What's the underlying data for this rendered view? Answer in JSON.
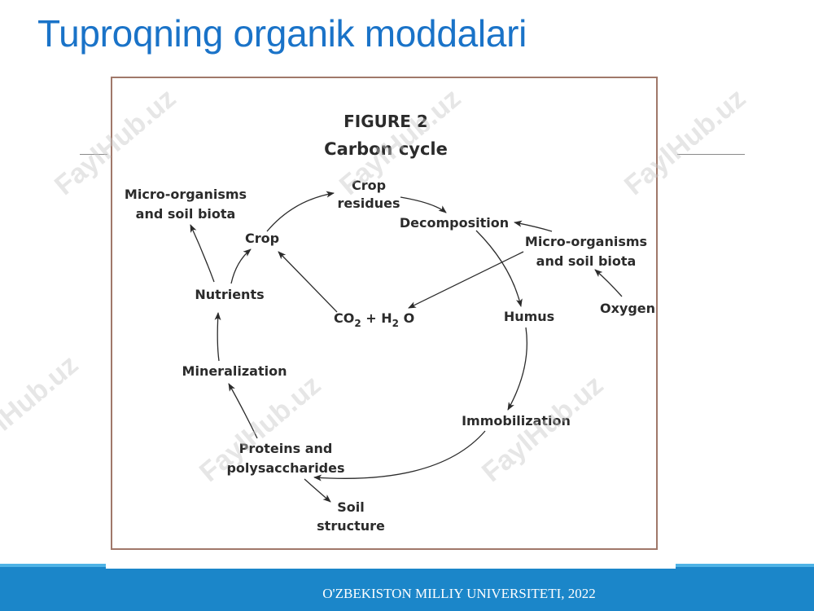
{
  "slide": {
    "title": "Tuproqning organik moddalari",
    "footer": "O'ZBEKISTON MILLIY UNIVERSITETI,   2022"
  },
  "figure": {
    "figure_number": "FIGURE 2",
    "title": "Carbon cycle",
    "nodes": {
      "crop_residues": [
        "Crop",
        "residues"
      ],
      "decomposition": "Decomposition",
      "micro_right": [
        "Micro-organisms",
        "and soil biota"
      ],
      "oxygen": "Oxygen",
      "humus": "Humus",
      "immobilization": "Immobilization",
      "proteins": [
        "Proteins and",
        "polysaccharides"
      ],
      "soil_structure": [
        "Soil",
        "structure"
      ],
      "mineralization": "Mineralization",
      "nutrients": "Nutrients",
      "crop": "Crop",
      "micro_left": [
        "Micro-organisms",
        "and soil biota"
      ],
      "co2_h2o": {
        "co": "CO",
        "co_sub": "2",
        "plus_h": " + H",
        "h_sub": "2",
        "o": " O"
      }
    }
  },
  "watermark": "FaylHub.uz",
  "colors": {
    "title": "#1a73c8",
    "footer_band": "#1b86c9",
    "frame_border": "#a0786a",
    "text": "#2b2b2b"
  }
}
